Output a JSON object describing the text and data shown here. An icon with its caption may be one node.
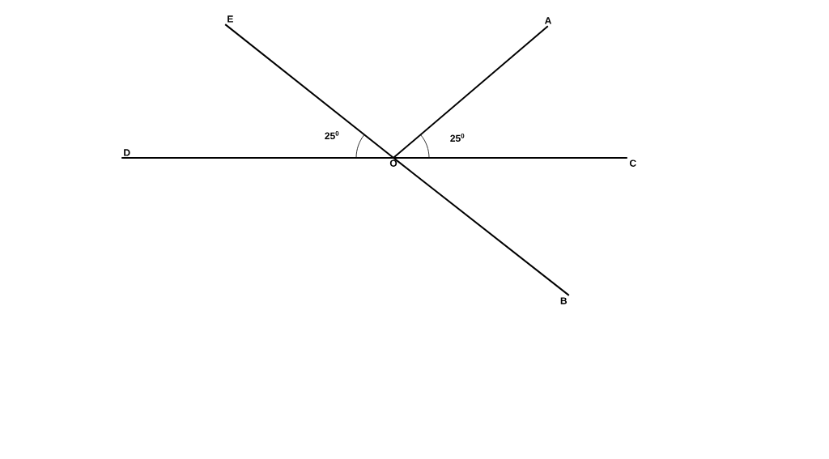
{
  "diagram": {
    "nodes": [
      {
        "text": [
          "E"
        ]
      },
      {
        "text": [
          "A"
        ]
      },
      {
        "text": [
          "D"
        ]
      },
      {
        "text": [
          "O"
        ]
      },
      {
        "text": [
          "C"
        ]
      },
      {
        "text": [
          "B"
        ]
      }
    ],
    "edges": [
      {
        "from": 2,
        "to": 3,
        "arrow": "none"
      },
      {
        "from": 3,
        "to": 4,
        "arrow": "none"
      },
      {
        "from": 0,
        "to": 3,
        "arrow": "none"
      },
      {
        "from": 3,
        "to": 5,
        "arrow": "none"
      },
      {
        "from": 3,
        "to": 1,
        "arrow": "none"
      }
    ],
    "labels": [
      "25$^{0}$",
      "25$^{0}$"
    ]
  }
}
